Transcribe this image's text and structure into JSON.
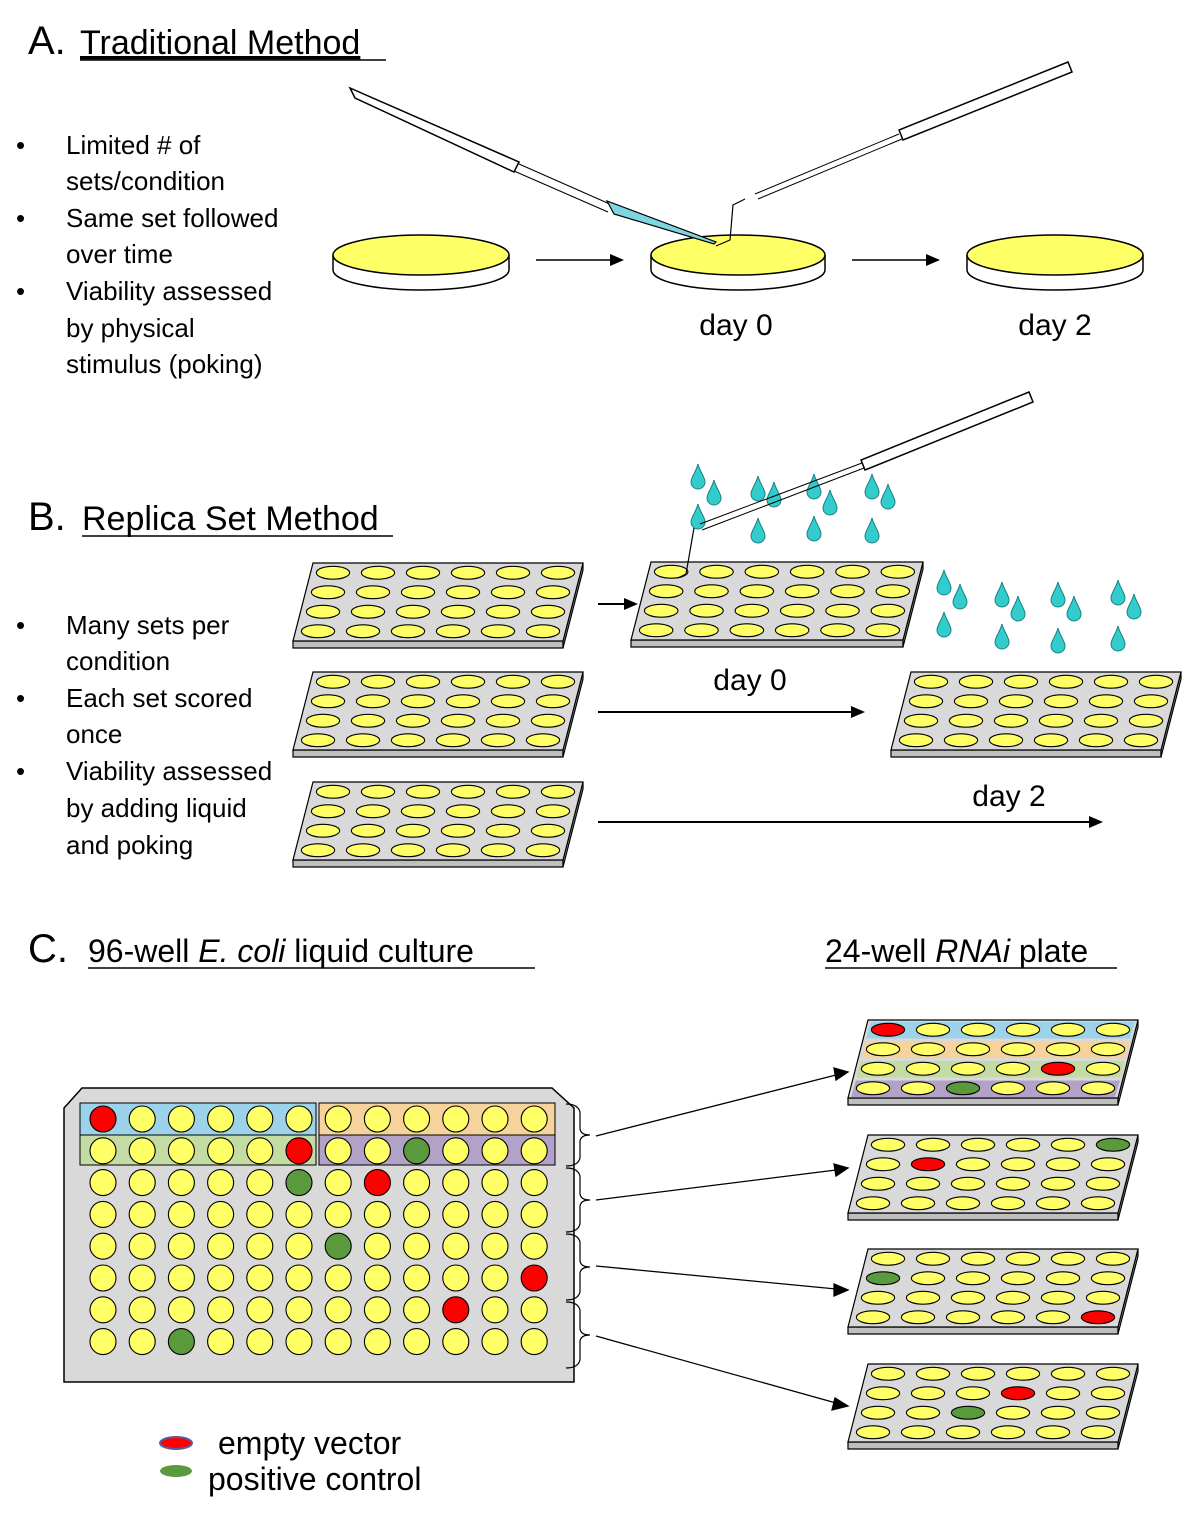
{
  "sectionA": {
    "letter": "A.",
    "title": "Traditional Method",
    "bullets": [
      [
        "Limited # of",
        "sets/condition"
      ],
      [
        "Same set followed",
        "over time"
      ],
      [
        "Viability assessed",
        "by physical",
        "stimulus (poking)"
      ]
    ],
    "day0": "day 0",
    "day2": "day 2"
  },
  "sectionB": {
    "letter": "B.",
    "title": "Replica Set Method",
    "bullets": [
      [
        "Many sets per",
        "condition"
      ],
      [
        "Each set scored",
        "once"
      ],
      [
        "Viability assessed",
        "by adding liquid",
        "and poking"
      ]
    ],
    "day0": "day 0",
    "day2": "day 2"
  },
  "sectionC": {
    "letter": "C.",
    "title96_pre": "96-well ",
    "title96_italic": "E. coli",
    "title96_post": " liquid culture",
    "title24_pre": "24-well ",
    "title24_italic": "RNAi",
    "title24_post": " plate"
  },
  "legend": {
    "empty_vector": "empty vector",
    "positive_control": "positive control"
  },
  "colors": {
    "well_yellow": "#ffff66",
    "plate_yellow": "#ffff66",
    "empty_vector_red": "#ff0000",
    "positive_control_green": "#5b9a3c",
    "plate_gray": "#d9d9d9",
    "drop_cyan": "#33cccc",
    "band_blue": "#9dd3ea",
    "band_orange": "#f5d39a",
    "band_green": "#c4dba4",
    "band_purple": "#b3a2c7"
  }
}
